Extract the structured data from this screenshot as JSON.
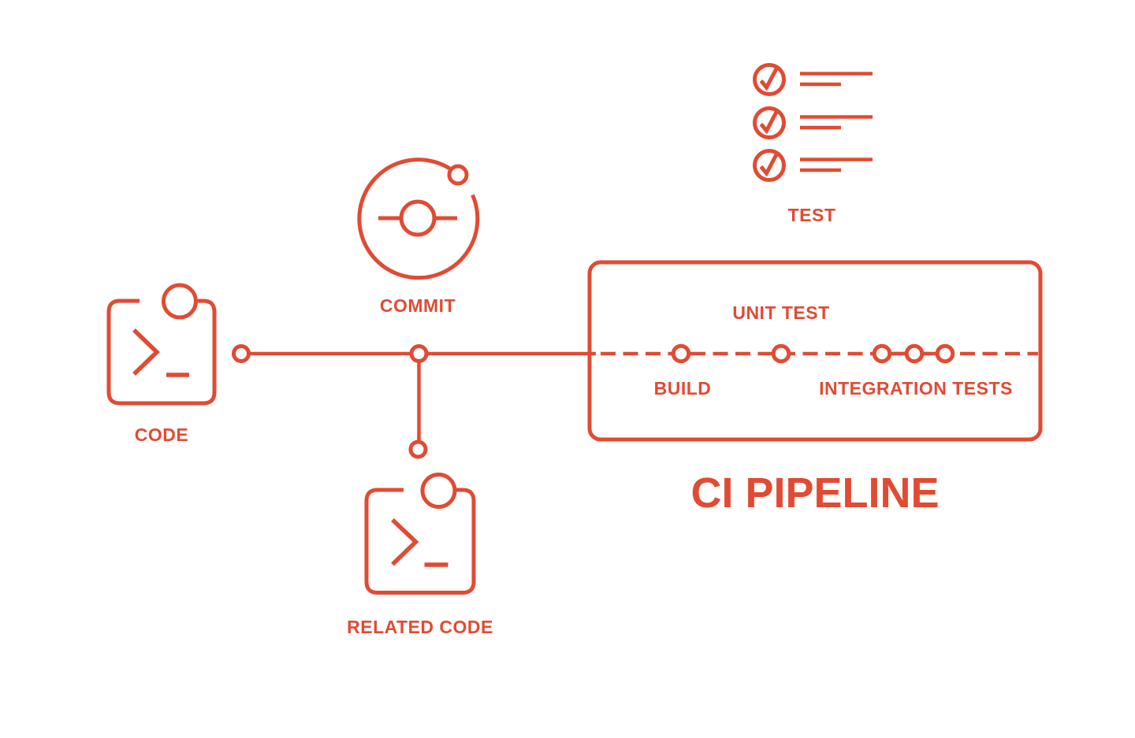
{
  "colors": {
    "accent": "#E14B33",
    "background": "#FFFFFF"
  },
  "icons": {
    "code": {
      "label": "CODE"
    },
    "commit": {
      "label": "COMMIT"
    },
    "related_code": {
      "label": "RELATED CODE"
    },
    "test": {
      "label": "TEST",
      "checklist_items": 3
    }
  },
  "pipeline": {
    "title": "CI PIPELINE",
    "track_style": "dashed",
    "stages": [
      {
        "label": "BUILD",
        "node_count": 1,
        "label_position": "below"
      },
      {
        "label": "UNIT TEST",
        "node_count": 1,
        "label_position": "above"
      },
      {
        "label": "INTEGRATION TESTS",
        "node_count": 3,
        "label_position": "below"
      }
    ]
  }
}
